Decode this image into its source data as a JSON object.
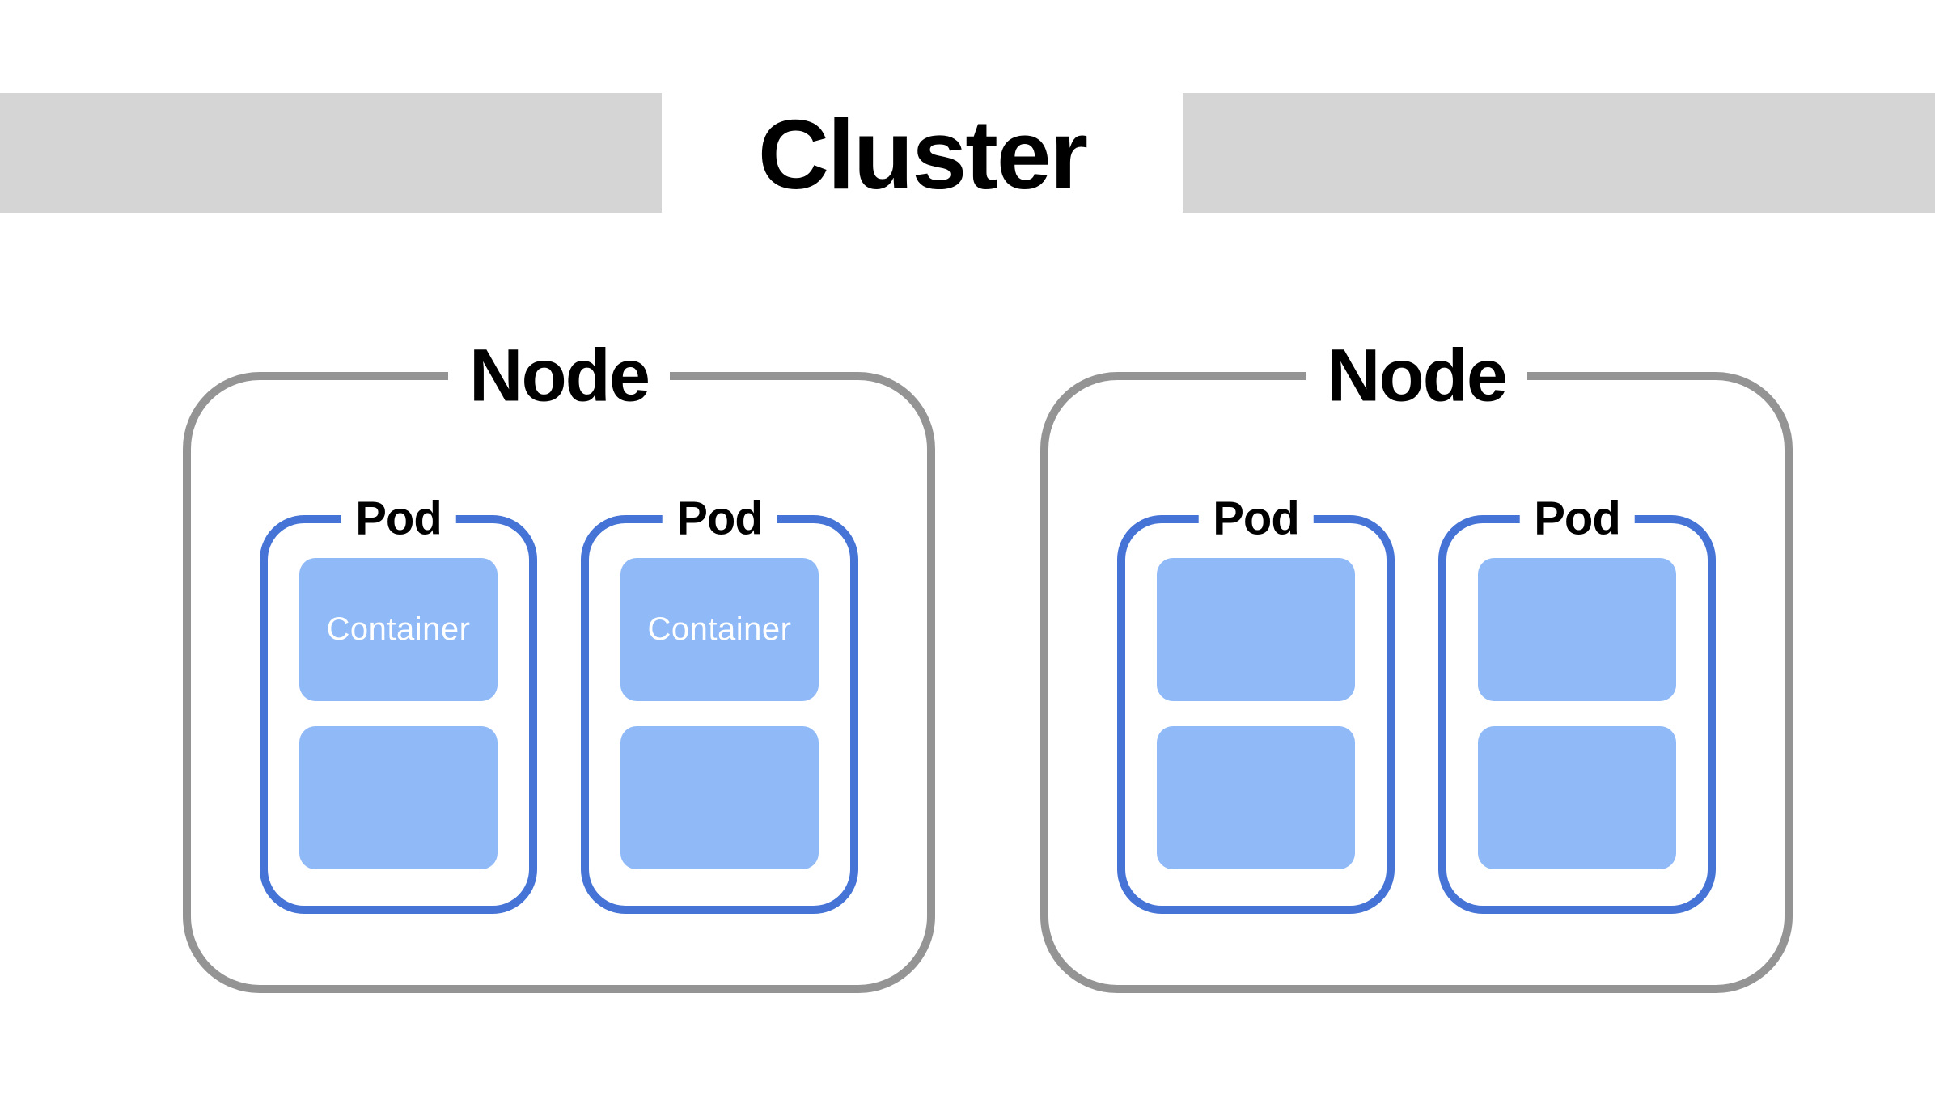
{
  "cluster": {
    "label": "Cluster"
  },
  "nodes": [
    {
      "label": "Node",
      "pods": [
        {
          "label": "Pod",
          "containers": [
            {
              "label": "Container"
            },
            {
              "label": ""
            }
          ]
        },
        {
          "label": "Pod",
          "containers": [
            {
              "label": "Container"
            },
            {
              "label": ""
            }
          ]
        }
      ]
    },
    {
      "label": "Node",
      "pods": [
        {
          "label": "Pod",
          "containers": [
            {
              "label": ""
            },
            {
              "label": ""
            }
          ]
        },
        {
          "label": "Pod",
          "containers": [
            {
              "label": ""
            },
            {
              "label": ""
            }
          ]
        }
      ]
    }
  ],
  "colors": {
    "background": "#ffffff",
    "title_bar": "#d5d5d5",
    "title_text": "#000000",
    "node_border": "#949494",
    "pod_border": "#4573d6",
    "container_fill": "#8fb9f7",
    "container_text": "#ffffff",
    "label_text": "#000000"
  }
}
